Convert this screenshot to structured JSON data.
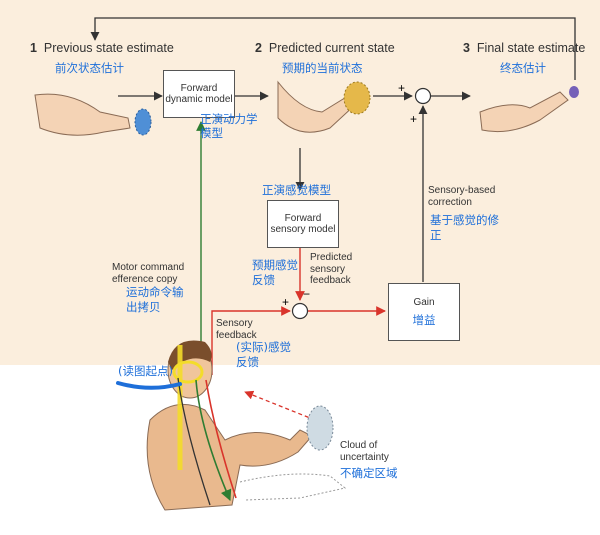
{
  "stages": [
    {
      "num": "1",
      "label": "Previous state estimate",
      "cn": "前次状态估计"
    },
    {
      "num": "2",
      "label": "Predicted current state",
      "cn": "预期的当前状态"
    },
    {
      "num": "3",
      "label": "Final state estimate",
      "cn": "终态估计"
    }
  ],
  "boxes": {
    "forward_dynamic": "Forward dynamic model",
    "forward_dynamic_cn": "正演动力学模型",
    "forward_sensory": "Forward sensory model",
    "forward_sensory_cn": "正演感觉模型",
    "gain": "Gain",
    "gain_cn": "增益"
  },
  "labels": {
    "motor_command": "Motor command efference copy",
    "motor_command_cn": "运动命令输出拷贝",
    "predicted_feedback": "Predicted sensory feedback",
    "predicted_feedback_cn": "预期感觉反馈",
    "sensory_correction": "Sensory-based correction",
    "sensory_correction_cn": "基于感觉的修正",
    "sensory_feedback": "Sensory feedback",
    "sensory_feedback_cn": "(实际)感觉反馈",
    "reading_start": "(读图起点)",
    "cloud": "Cloud of uncertainty",
    "cloud_cn": "不确定区域",
    "plus": "+",
    "minus": "−"
  },
  "colors": {
    "panel_bg": "#fbeedd",
    "annotation_blue": "#1e6fd9",
    "feedback_red": "#d9342b",
    "motor_green": "#2e7d32",
    "highlight_yellow": "#f3dc2a"
  }
}
